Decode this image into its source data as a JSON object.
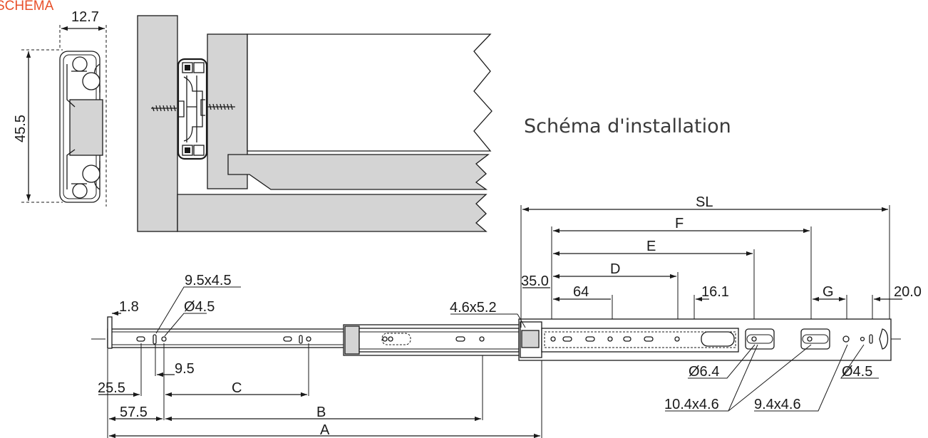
{
  "title": "SCHEMA",
  "installation_caption": "Schéma d'installation",
  "cross_section": {
    "width": "12.7",
    "height": "45.5"
  },
  "dimensions": {
    "sl": "SL",
    "f": "F",
    "e": "E",
    "d": "D",
    "g": "G",
    "d35": "35.0",
    "d64": "64",
    "d16": "16.1",
    "d20": "20.0",
    "slot1": "9.5x4.5",
    "hole1": "Ø4.5",
    "d1_8": "1.8",
    "slot2": "4.6x5.2",
    "d9_5": "9.5",
    "d25_5": "25.5",
    "d57_5": "57.5",
    "c": "C",
    "b": "B",
    "a": "A",
    "hole_64": "Ø6.4",
    "hole_45": "Ø4.5",
    "slot3": "10.4x4.6",
    "slot4": "9.4x4.6"
  },
  "colors": {
    "title": "#e8502a",
    "panel": "#d4d4d4",
    "line": "#1a1a1a"
  }
}
